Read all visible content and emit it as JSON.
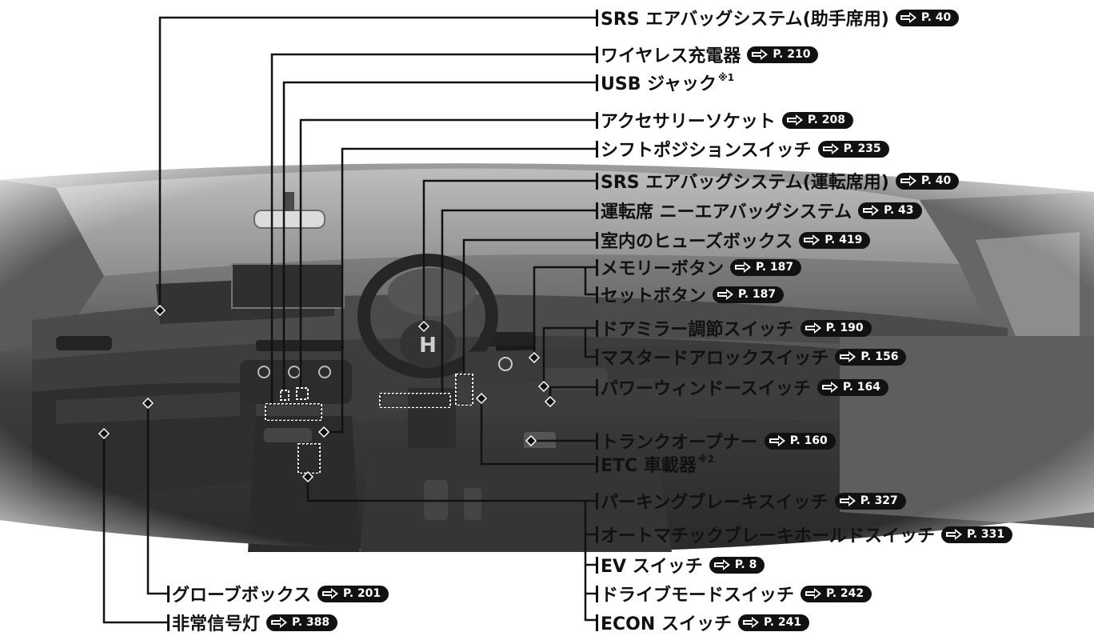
{
  "labels": [
    {
      "text": "SRS エアバッグシステム(助手席用)",
      "page": "P. 40"
    },
    {
      "text": "ワイヤレス充電器",
      "page": "P. 210"
    },
    {
      "text": "USB ジャック",
      "note": "※1"
    },
    {
      "text": "アクセサリーソケット",
      "page": "P. 208"
    },
    {
      "text": "シフトポジションスイッチ",
      "page": "P. 235"
    },
    {
      "text": "SRS エアバッグシステム(運転席用)",
      "page": "P. 40"
    },
    {
      "text": "運転席 ニーエアバッグシステム",
      "page": "P. 43"
    },
    {
      "text": "室内のヒューズボックス",
      "page": "P. 419"
    },
    {
      "text": "メモリーボタン",
      "page": "P. 187"
    },
    {
      "text": "セットボタン",
      "page": "P. 187"
    },
    {
      "text": "ドアミラー調節スイッチ",
      "page": "P. 190"
    },
    {
      "text": "マスタードアロックスイッチ",
      "page": "P. 156"
    },
    {
      "text": "パワーウィンドースイッチ",
      "page": "P. 164"
    },
    {
      "text": "トランクオープナー",
      "page": "P. 160"
    },
    {
      "text": "ETC 車載器",
      "note": "※2"
    },
    {
      "text": "パーキングブレーキスイッチ",
      "page": "P. 327"
    },
    {
      "text": "オートマチックブレーキホールドスイッチ",
      "page": "P. 331"
    },
    {
      "text": "EV スイッチ",
      "page": "P. 8"
    },
    {
      "text": "ドライブモードスイッチ",
      "page": "P. 242"
    },
    {
      "text": "ECON スイッチ",
      "page": "P. 241"
    },
    {
      "text": "グローブボックス",
      "page": "P. 201"
    },
    {
      "text": "非常信号灯",
      "page": "P. 388"
    }
  ],
  "illustration": {
    "brand_mark": "H",
    "colors": {
      "leader_line": "#111111",
      "pref_badge": "#111111",
      "cabin_dark": "#3a3a3a",
      "cabin_light": "#a8a8a8"
    }
  }
}
